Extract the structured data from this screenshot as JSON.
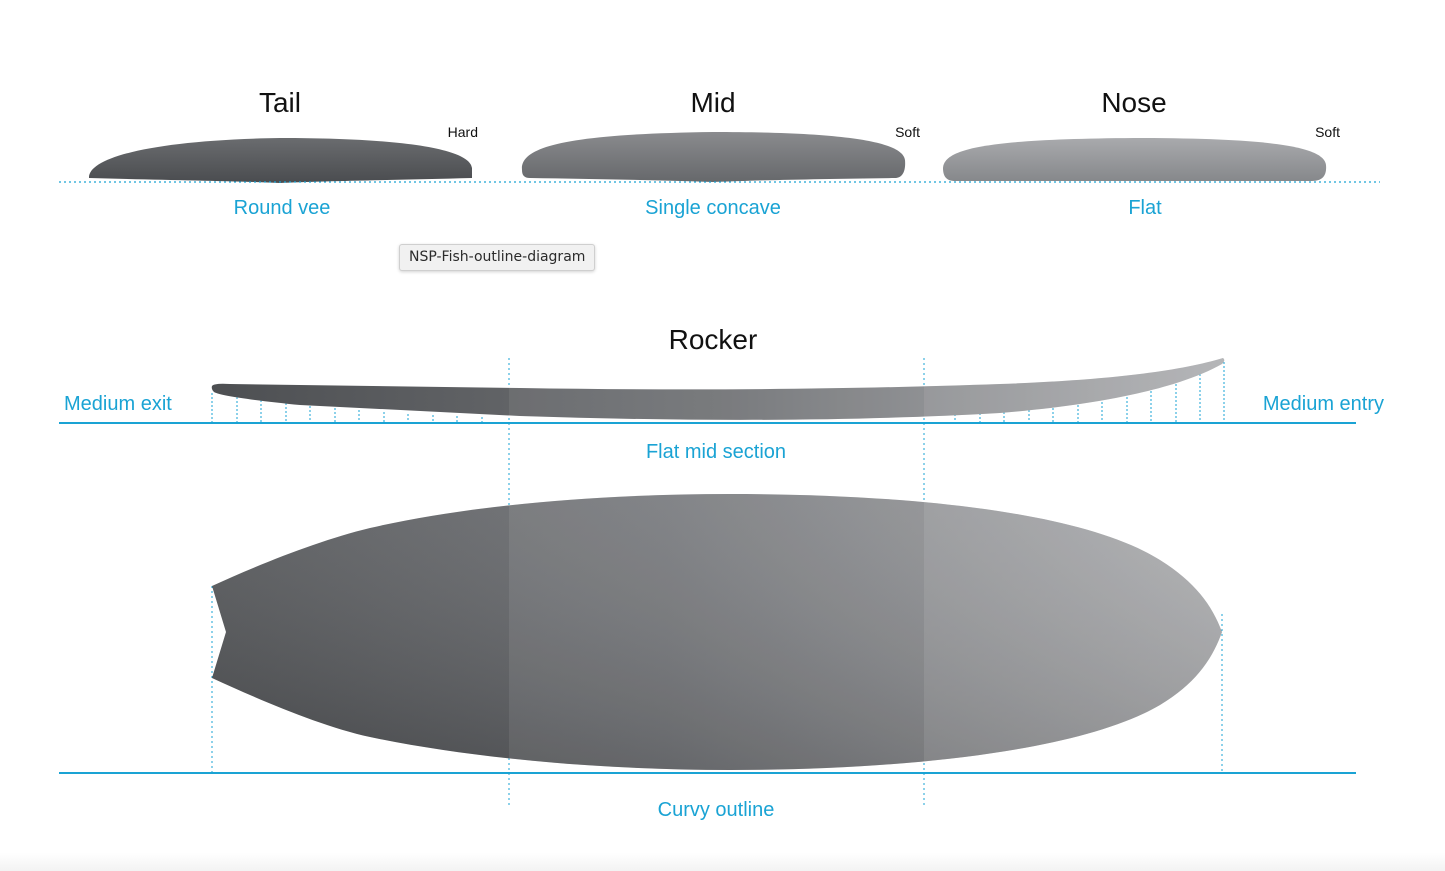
{
  "tooltip": "NSP-Fish-outline-diagram",
  "colors": {
    "accent": "#1aa3d4",
    "heading": "#111111",
    "board_dark": "#55575a",
    "board_mid": "#7a7c80",
    "board_light": "#9a9b9f"
  },
  "bottom_contours": [
    {
      "heading": "Tail",
      "flex": "Hard",
      "shape": "Round vee"
    },
    {
      "heading": "Mid",
      "flex": "Soft",
      "shape": "Single concave"
    },
    {
      "heading": "Nose",
      "flex": "Soft",
      "shape": "Flat"
    }
  ],
  "rocker": {
    "heading": "Rocker",
    "left_label": "Medium exit",
    "right_label": "Medium entry",
    "center_label": "Flat mid section"
  },
  "outline": {
    "label": "Curvy outline"
  }
}
